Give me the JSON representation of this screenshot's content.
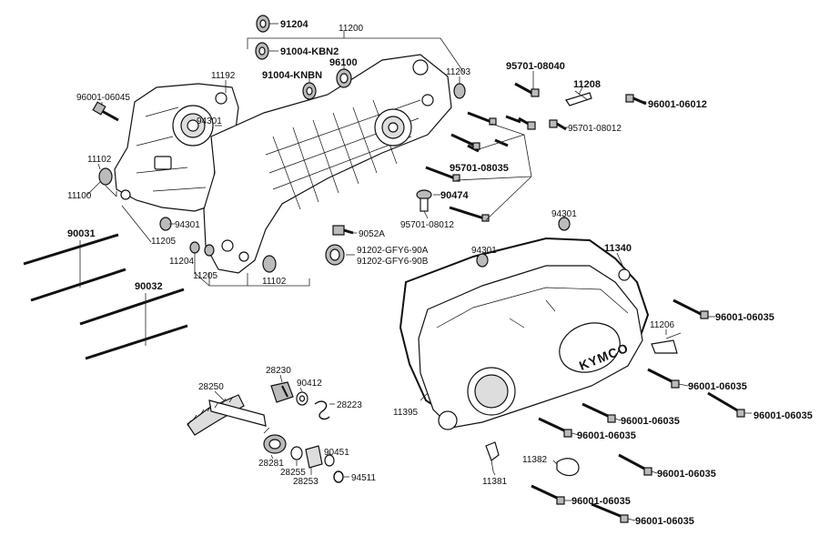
{
  "brand_text": "KYMCO",
  "labels": {
    "p91204": "91204",
    "p11200": "11200",
    "p91004kbn2": "91004-KBN2",
    "p96100": "96100",
    "p91004knbn": "91004-KNBN",
    "p11192": "11192",
    "p11203": "11203",
    "p96001_06045": "96001-06045",
    "p94301a": "94301",
    "p11102a": "11102",
    "p11100": "11100",
    "p94301b": "94301",
    "p11205a": "11205",
    "p11204": "11204",
    "p11205b": "11205",
    "p11102b": "11102",
    "p90031": "90031",
    "p90032": "90032",
    "p9052a": "9052A",
    "p91202a": "91202-GFY6-90A",
    "p91202b": "91202-GFY6-90B",
    "p95701_08040": "95701-08040",
    "p11208": "11208",
    "p96001_06012": "96001-06012",
    "p95701_08012a": "95701-08012",
    "p95701_08035": "95701-08035",
    "p90474": "90474",
    "p95701_08012b": "95701-08012",
    "p94301c": "94301",
    "p94301d": "94301",
    "p11340": "11340",
    "p96001_06035a": "96001-06035",
    "p11206": "11206",
    "p96001_06035b": "96001-06035",
    "p96001_06035c": "96001-06035",
    "p96001_06035d": "96001-06035",
    "p96001_06035e": "96001-06035",
    "p96001_06035f": "96001-06035",
    "p96001_06035g": "96001-06035",
    "p96001_06035h": "96001-06035",
    "p11395": "11395",
    "p11382": "11382",
    "p11381": "11381",
    "p28250": "28250",
    "p28230": "28230",
    "p90412": "90412",
    "p28223": "28223",
    "p28281": "28281",
    "p28255": "28255",
    "p28253": "28253",
    "p90451": "90451",
    "p94511": "94511"
  }
}
